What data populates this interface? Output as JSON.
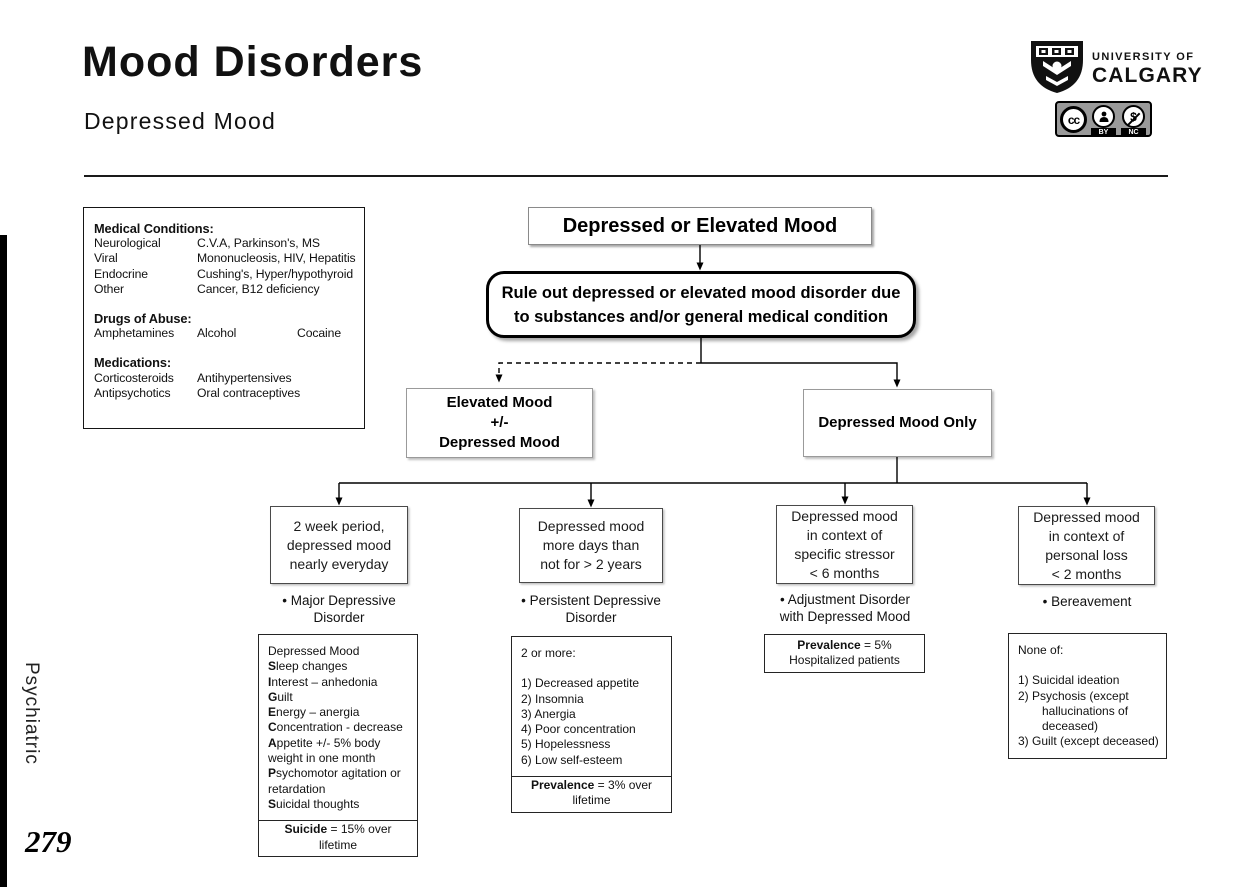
{
  "header": {
    "title": "Mood Disorders",
    "subtitle": "Depressed Mood"
  },
  "branding": {
    "university_top": "UNIVERSITY OF",
    "university_name": "CALGARY",
    "license_cc": "cc",
    "license_by": "BY",
    "license_nc": "NC",
    "nc_glyph": "$"
  },
  "sidebar": {
    "category": "Psychiatric",
    "page_number": "279"
  },
  "etiology_box": {
    "medical_title": "Medical Conditions:",
    "medical_rows": [
      {
        "label": "Neurological",
        "value": "C.V.A, Parkinson's, MS"
      },
      {
        "label": "Viral",
        "value": "Mononucleosis, HIV, Hepatitis"
      },
      {
        "label": "Endocrine",
        "value": "Cushing's, Hyper/hypothyroid"
      },
      {
        "label": "Other",
        "value": "Cancer, B12 deficiency"
      }
    ],
    "drugs_title": "Drugs of Abuse:",
    "drugs_row": [
      "Amphetamines",
      "Alcohol",
      "Cocaine"
    ],
    "meds_title": "Medications:",
    "meds_rows": [
      {
        "col1": "Corticosteroids",
        "col2": "Antihypertensives"
      },
      {
        "col1": "Antipsychotics",
        "col2": "Oral contraceptives"
      }
    ]
  },
  "flowchart": {
    "root": "Depressed or Elevated Mood",
    "rule_out": "Rule out depressed or elevated mood disorder due\nto substances and/or general medical condition",
    "elevated_branch": "Elevated Mood\n+/-\nDepressed Mood",
    "depressed_branch": "Depressed Mood Only",
    "criteria_mdd": "2 week period,\ndepressed mood\nnearly everyday",
    "criteria_pdd": "Depressed mood\nmore days than\nnot for > 2 years",
    "criteria_adj": "Depressed mood\nin context of\nspecific stressor\n< 6 months",
    "criteria_ber": "Depressed mood\nin context of\npersonal loss\n< 2 months",
    "dx_mdd": "• Major Depressive\nDisorder",
    "dx_pdd": "• Persistent Depressive\nDisorder",
    "dx_adj": "• Adjustment Disorder\nwith Depressed Mood",
    "dx_ber": "• Bereavement"
  },
  "mdd_box": {
    "lines": [
      {
        "b": "",
        "t": "Depressed Mood"
      },
      {
        "b": "S",
        "t": "leep changes"
      },
      {
        "b": "I",
        "t": "nterest – anhedonia"
      },
      {
        "b": "G",
        "t": "uilt"
      },
      {
        "b": "E",
        "t": "nergy – anergia"
      },
      {
        "b": "C",
        "t": "oncentration - decrease"
      },
      {
        "b": "A",
        "t": "ppetite +/- 5% body weight in one month"
      },
      {
        "b": "P",
        "t": "sychomotor agitation or retardation"
      },
      {
        "b": "S",
        "t": "uicidal thoughts"
      }
    ],
    "footer_bold": "Suicide",
    "footer_text": " = 15% over lifetime"
  },
  "pdd_box": {
    "intro": "2 or more:",
    "items": [
      "1) Decreased appetite",
      "2) Insomnia",
      "3) Anergia",
      "4) Poor concentration",
      "5) Hopelessness",
      "6) Low self-esteem"
    ],
    "footer_bold": "Prevalence",
    "footer_text": " = 3% over lifetime"
  },
  "adj_box": {
    "footer_bold": "Prevalence",
    "footer_text": " = 5%",
    "footer_line2": "Hospitalized patients"
  },
  "ber_box": {
    "intro": "None of:",
    "items": [
      "1) Suicidal ideation",
      "2) Psychosis (except",
      "hallucinations of",
      "deceased)",
      "3) Guilt (except deceased)"
    ]
  }
}
